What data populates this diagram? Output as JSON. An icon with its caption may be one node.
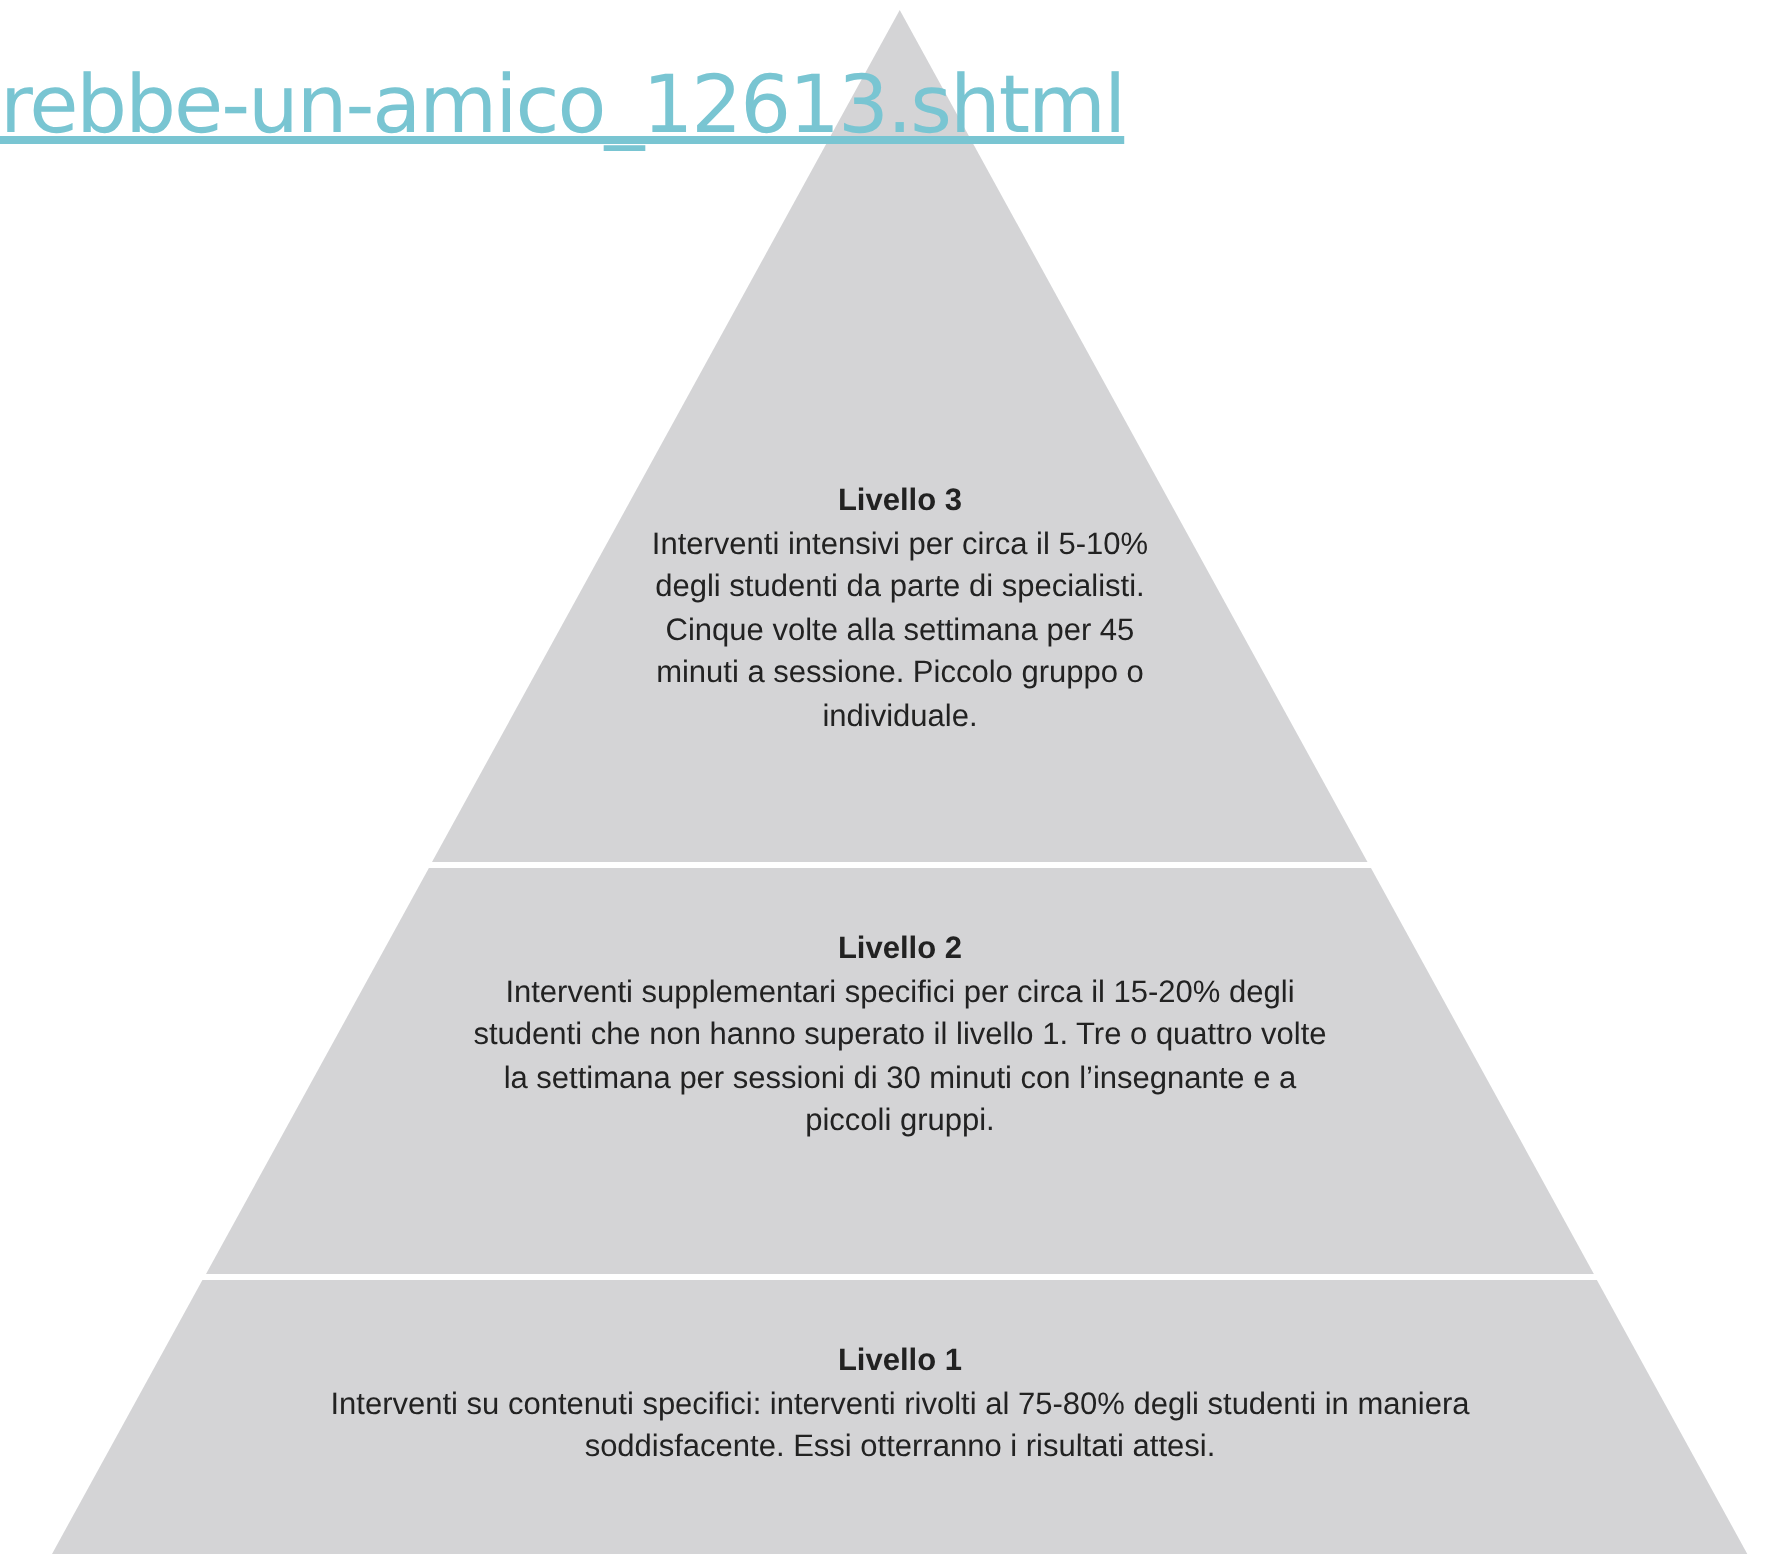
{
  "diagram": {
    "nodes": [
      {
        "text": [
          "Livello 3",
          "Interventi intensivi per circa il 5-10% degli studenti da parte di specialisti. Cinque volte alla settimana per 45 minuti a sessione. Piccolo gruppo o individuale."
        ]
      },
      {
        "text": [
          "Livello 2",
          "Interventi supplementari specifici per circa il 15-20% degli studenti che non hanno superato il livello 1. Tre o quattro volte la settimana per sessioni di 30 minuti con l’insegnante e a piccoli gruppi."
        ]
      },
      {
        "text": [
          "Livello 1",
          "Interventi su contenuti specifici: interventi rivolti al 75-80% degli studenti in maniera soddisfacente. Essi otterranno i risultati attesi."
        ]
      }
    ],
    "labels": [
      "rebbe-un-amico_12613.shtml"
    ]
  }
}
